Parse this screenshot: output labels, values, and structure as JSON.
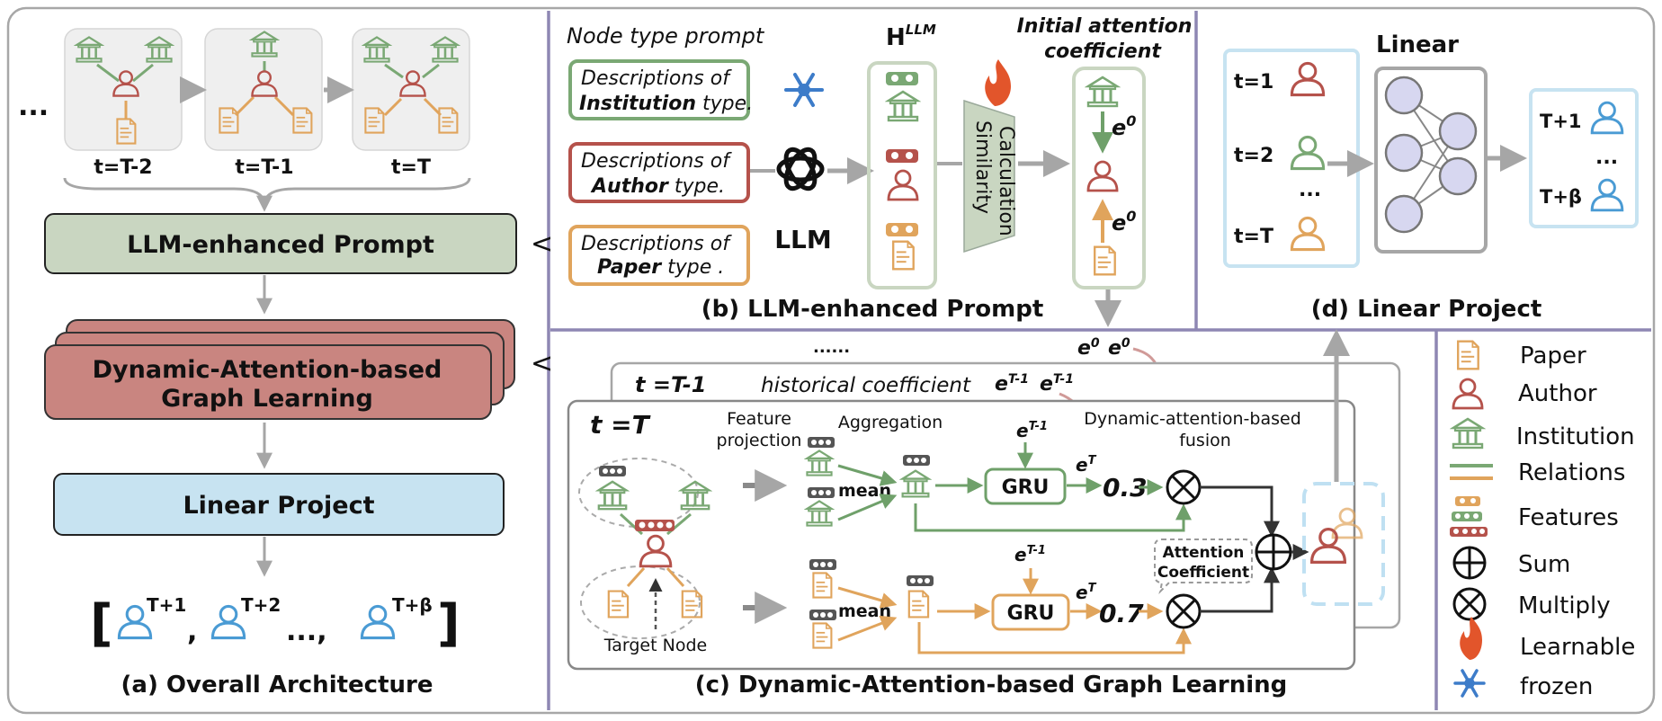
{
  "panel_a": {
    "time_labels": [
      "t=T-2",
      "t=T-1",
      "t=T"
    ],
    "ellipsis": "...",
    "prompt_box": "LLM-enhanced Prompt",
    "dagl_line1": "Dynamic-Attention-based",
    "dagl_line2": "Graph Learning",
    "linear_box": "Linear Project",
    "out_labels": [
      "T+1",
      "T+2",
      "T+β"
    ],
    "out_comma": ",",
    "out_dots": "...,",
    "caption": "(a) Overall Architecture"
  },
  "panel_b": {
    "node_type_prompt": "Node type prompt",
    "desc_of": "Descriptions of",
    "institution_type_bold": "Institution",
    "author_type_bold": "Author",
    "paper_type_bold": "Paper",
    "type_suffix": " type.",
    "type_suffix_paper": " type .",
    "llm": "LLM",
    "h_base": "H",
    "h_sup": "LLM",
    "similarity_line1": "Similarity",
    "similarity_line2": "Calculation",
    "init_att_line1": "Initial attention",
    "init_att_line2": "coefficient",
    "e0": "e",
    "e0_sup": "0",
    "caption": "(b) LLM-enhanced Prompt"
  },
  "panel_c": {
    "dots": "......",
    "t_prev": "t =T-1",
    "historical": "historical coefficient",
    "eT1": "e",
    "eT1_sup": "T-1",
    "eT": "e",
    "eT_sup": "T",
    "t_cur": "t =T",
    "feature_projection_1": "Feature",
    "feature_projection_2": "projection",
    "aggregation": "Aggregation",
    "mean": "mean",
    "gru": "GRU",
    "val_top": "0.3",
    "val_bottom": "0.7",
    "fusion_1": "Dynamic-attention-based",
    "fusion_2": "fusion",
    "attention_1": "Attention",
    "attention_2": "Coefficient",
    "target_node": "Target Node",
    "caption": "(c) Dynamic-Attention-based Graph Learning"
  },
  "panel_d": {
    "linear": "Linear",
    "inputs": [
      "t=1",
      "t=2",
      "...",
      "t=T"
    ],
    "outputs": [
      "T+1",
      "...",
      "T+β"
    ],
    "caption": "(d) Linear Project"
  },
  "legend": {
    "items": [
      "Paper",
      "Author",
      "Institution",
      "Relations",
      "Features",
      "Sum",
      "Multiply",
      "Learnable",
      "frozen"
    ]
  },
  "colors": {
    "institution_green": "#7aa874",
    "author_red": "#b5524b",
    "paper_orange": "#e0a45c",
    "prompt_box_fill": "#c9d6c1",
    "dagl_box_fill": "#c98580",
    "linear_box_fill": "#c7e3f1",
    "target_blue": "#4a9bd4",
    "divider_purple": "#8e87b3",
    "grey_arrow": "#a6a6a6"
  }
}
